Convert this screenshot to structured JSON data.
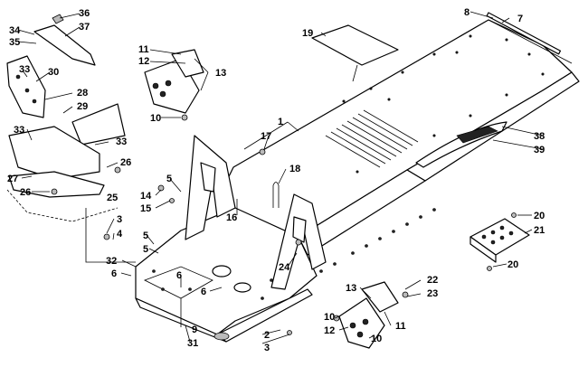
{
  "diagram": {
    "callouts": {
      "c1": "1",
      "c2": "2",
      "c3a": "3",
      "c3b": "3",
      "c4": "4",
      "c5a": "5",
      "c5b": "5",
      "c5c": "5",
      "c6a": "6",
      "c6b": "6",
      "c6c": "6",
      "c7": "7",
      "c8": "8",
      "c9": "9",
      "c10a": "10",
      "c10b": "10",
      "c10c": "10",
      "c11a": "11",
      "c11b": "11",
      "c12a": "12",
      "c12b": "12",
      "c13a": "13",
      "c13b": "13",
      "c14": "14",
      "c15": "15",
      "c16": "16",
      "c17": "17",
      "c18": "18",
      "c19": "19",
      "c20a": "20",
      "c20b": "20",
      "c21": "21",
      "c22": "22",
      "c23": "23",
      "c24": "24",
      "c25": "25",
      "c26a": "26",
      "c26b": "26",
      "c27": "27",
      "c28": "28",
      "c29": "29",
      "c30": "30",
      "c31": "31",
      "c32": "32",
      "c33a": "33",
      "c33b": "33",
      "c33c": "33",
      "c34": "34",
      "c35": "35",
      "c36": "36",
      "c37": "37",
      "c38": "38",
      "c39": "39"
    }
  }
}
